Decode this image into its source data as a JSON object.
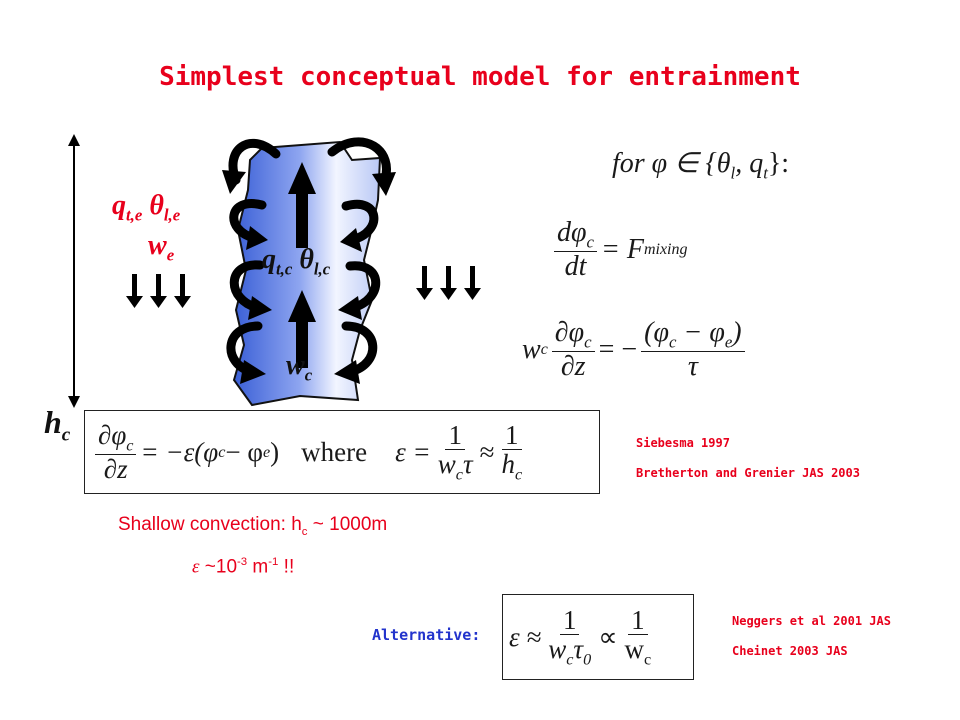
{
  "title": "Simplest conceptual model for entrainment",
  "labels": {
    "env_vars_q": "q",
    "env_vars_q_sub": "t,e",
    "env_vars_theta": "θ",
    "env_vars_theta_sub": "l,e",
    "env_w": "w",
    "env_w_sub": "e",
    "cloud_q": "q",
    "cloud_q_sub": "t,c",
    "cloud_theta": "θ",
    "cloud_theta_sub": "l,c",
    "cloud_w": "w",
    "cloud_w_sub": "c",
    "hc": "h",
    "hc_sub": "c"
  },
  "equations": {
    "for_phi": "for φ ∈ {θ",
    "for_phi_l": "l",
    "for_phi_mid": ", q",
    "for_phi_t": "t",
    "for_phi_end": "}:",
    "dphi_dt_num": "dφ",
    "dphi_dt_num_sub": "c",
    "dphi_dt_den": "dt",
    "fmix": "= F",
    "fmix_sub": "mixing",
    "wc": "w",
    "wc_sub": "c",
    "dphidz_num": "∂φ",
    "dphidz_num_sub": "c",
    "dphidz_den": "∂z",
    "rhs_eq": "= −",
    "rhs_num": "(φ",
    "rhs_num_c": "c",
    "rhs_num_mid": " − φ",
    "rhs_num_e": "e",
    "rhs_num_end": ")",
    "rhs_den": "τ",
    "main_lhs_num": "∂φ",
    "main_lhs_num_sub": "c",
    "main_lhs_den": "∂z",
    "main_rhs": "= −ε(φ",
    "main_rhs_c": "c",
    "main_rhs_mid": " − φ",
    "main_rhs_e": "e",
    "main_rhs_end": ")",
    "where": "where",
    "eps_eq": "ε =",
    "one": "1",
    "wc_tau": "w",
    "wc_tau_sub": "c",
    "tau": "τ",
    "approx": "≈",
    "hc_den": "h",
    "hc_den_sub": "c",
    "alt_eps": "ε ≈",
    "alt_den1": "w",
    "alt_den1_sub": "c",
    "alt_tau0": "τ",
    "alt_tau0_sub": "0",
    "propto": "∝",
    "alt_den2": "w",
    "alt_den2_sub": "c"
  },
  "shallow": {
    "text": "Shallow convection:  h",
    "sub": "c",
    "value": " ~ 1000m",
    "eps": "ε",
    "eps_val": " ~10",
    "eps_exp": "-3",
    "eps_unit": " m",
    "eps_unit_exp": "-1",
    "eps_end": " !!"
  },
  "alternative": "Alternative:",
  "refs": {
    "r1": "Siebesma 1997",
    "r2": "Bretherton and Grenier JAS 2003",
    "r3": "Neggers et al 2001 JAS",
    "r4": "Cheinet 2003 JAS"
  },
  "colors": {
    "title": "#e8001c",
    "cloud_light": "#e6ecff",
    "cloud_dark": "#3a5fd6",
    "arrow": "#000000"
  }
}
